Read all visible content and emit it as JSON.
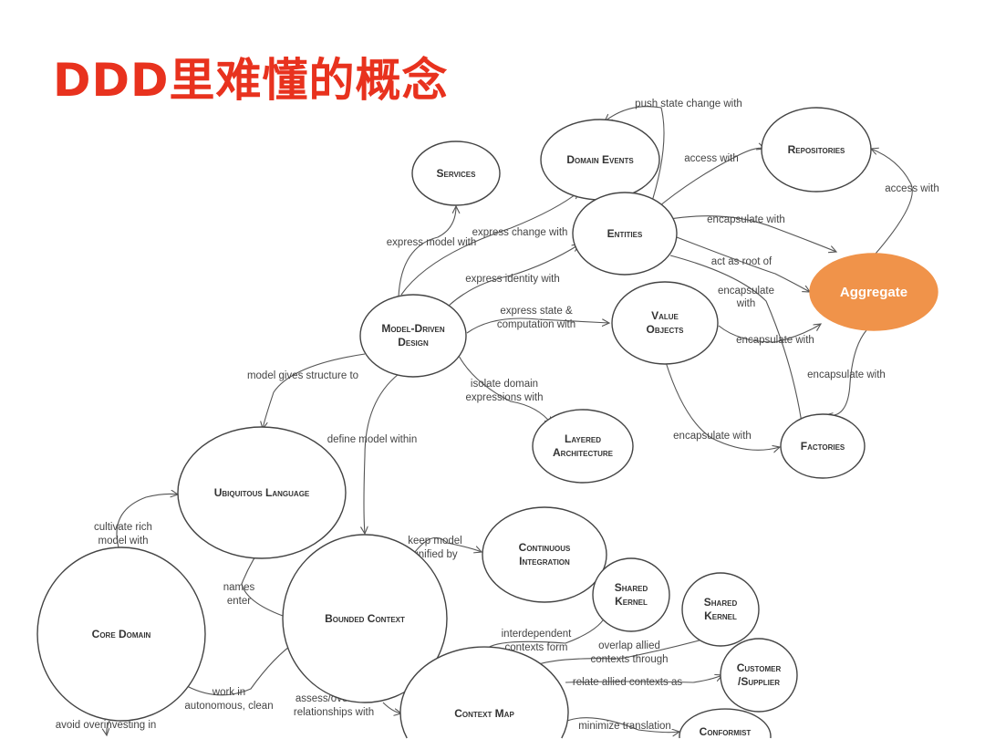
{
  "title": "DDD里难懂的概念",
  "accent_color": "#f0934a",
  "title_color": "#e8321e",
  "nodes": {
    "services": [
      "Services"
    ],
    "domain_events": [
      "Domain Events"
    ],
    "repositories": [
      "Repositories"
    ],
    "entities": [
      "Entities"
    ],
    "aggregate": [
      "Aggregate"
    ],
    "model_driven_design": [
      "Model-Driven",
      "Design"
    ],
    "value_objects": [
      "Value",
      "Objects"
    ],
    "layered_architecture": [
      "Layered",
      "Architecture"
    ],
    "factories": [
      "Factories"
    ],
    "ubiquitous_language": [
      "Ubiquitous Language"
    ],
    "continuous_integration": [
      "Continuous",
      "Integration"
    ],
    "shared_kernel_1": [
      "Shared",
      "Kernel"
    ],
    "shared_kernel_2": [
      "Shared",
      "Kernel"
    ],
    "core_domain": [
      "Core Domain"
    ],
    "bounded_context": [
      "Bounded Context"
    ],
    "customer_supplier": [
      "Customer",
      "/Supplier"
    ],
    "context_map": [
      "Context Map"
    ],
    "conformist": [
      "Conformist"
    ]
  },
  "edges": {
    "push_state_change": [
      "push state change with"
    ],
    "access_with_1": [
      "access with"
    ],
    "access_with_2": [
      "access with"
    ],
    "encapsulate_with_1": [
      "encapsulate with"
    ],
    "express_change": [
      "express change with"
    ],
    "express_model": [
      "express model with"
    ],
    "express_identity": [
      "express identity with"
    ],
    "act_as_root": [
      "act as root of"
    ],
    "encapsulate_with_2": [
      "encapsulate",
      "with"
    ],
    "express_state": [
      "express state &",
      "computation with"
    ],
    "encapsulate_with_3": [
      "encapsulate with"
    ],
    "encapsulate_with_4": [
      "encapsulate with"
    ],
    "model_gives_structure": [
      "model gives structure to"
    ],
    "isolate_domain": [
      "isolate domain",
      "expressions with"
    ],
    "define_model_within": [
      "define model within"
    ],
    "encapsulate_with_5": [
      "encapsulate with"
    ],
    "cultivate_rich": [
      "cultivate rich",
      "model with"
    ],
    "keep_model_unified": [
      "keep model",
      "unified by"
    ],
    "names_enter": [
      "names",
      "enter"
    ],
    "interdependent": [
      "interdependent",
      "contexts form"
    ],
    "overlap_allied": [
      "overlap allied",
      "contexts through"
    ],
    "work_in": [
      "work in",
      "autonomous, clean"
    ],
    "assess_overview": [
      "assess/overview",
      "relationships with"
    ],
    "relate_allied": [
      "relate allied contexts as"
    ],
    "minimize_translation": [
      "minimize translation"
    ],
    "avoid_overinvesting": [
      "avoid overinvesting in"
    ]
  }
}
